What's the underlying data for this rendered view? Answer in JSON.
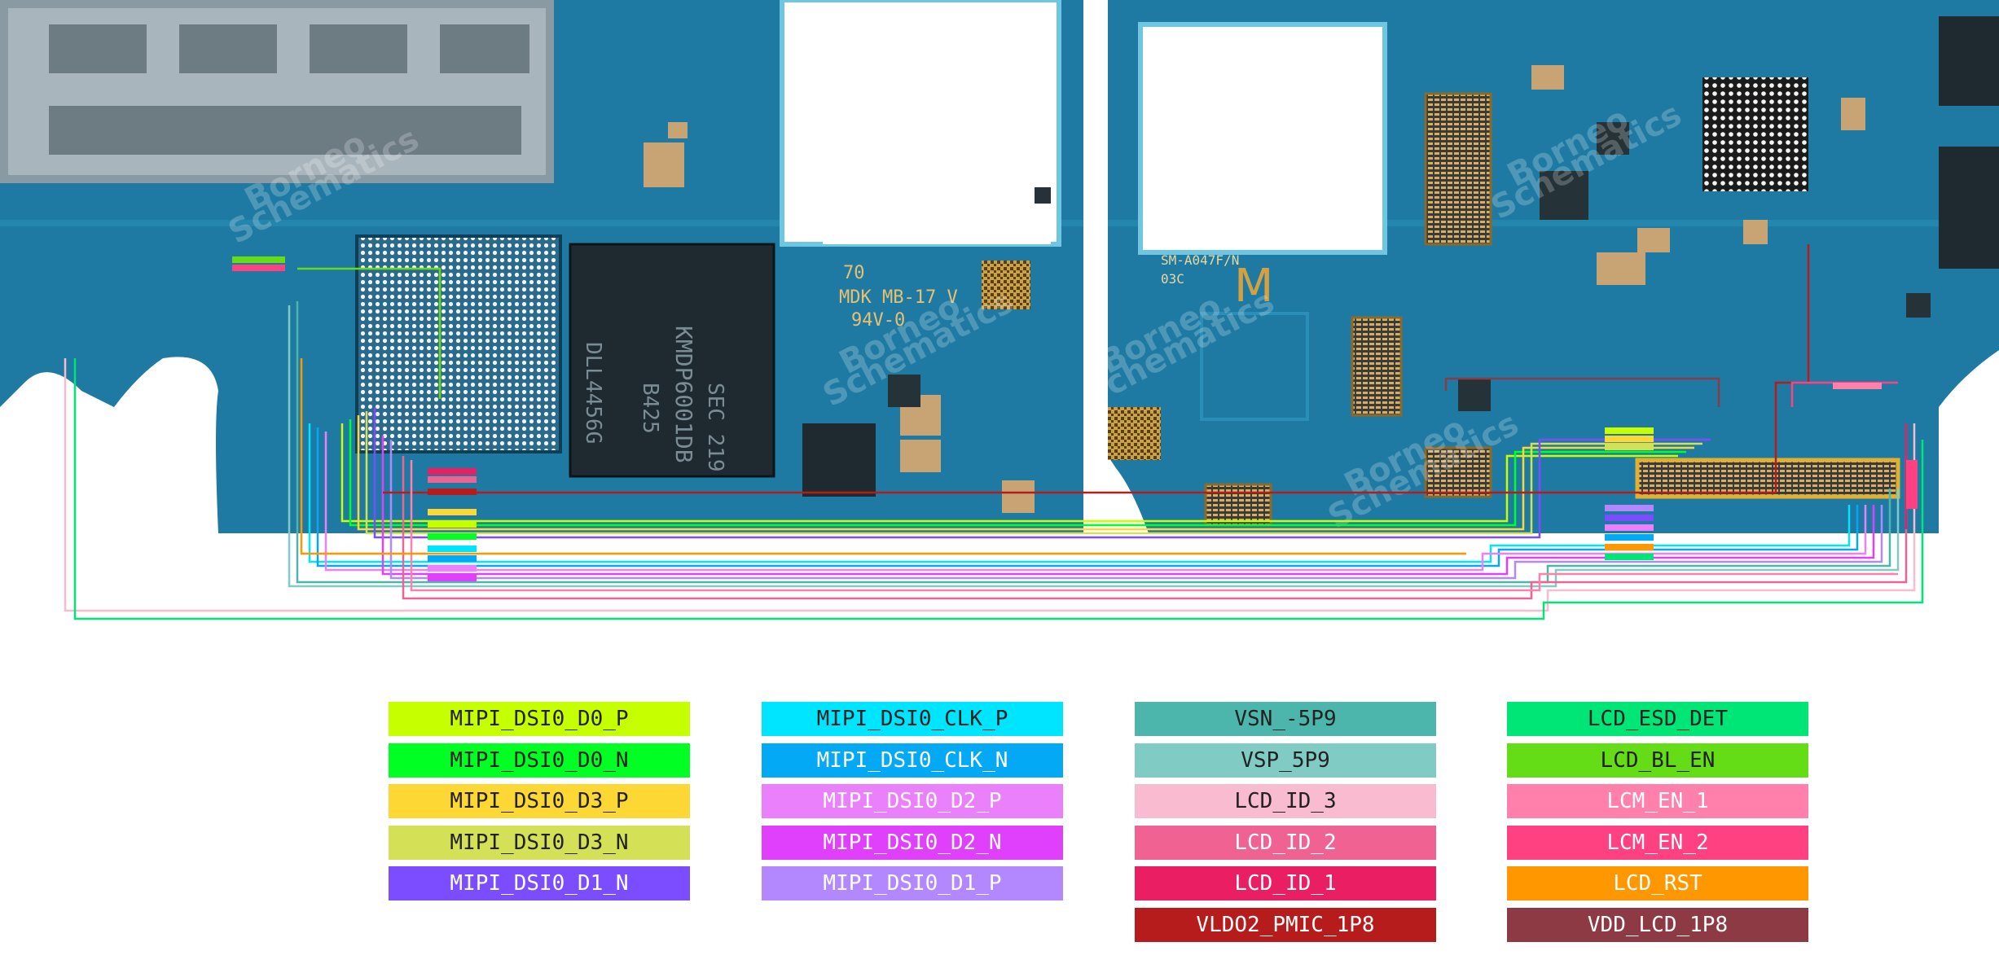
{
  "board": {
    "pcb_marking": [
      "70",
      "MDK MB-17 V",
      "94V-0"
    ],
    "model_marking": [
      "SM-A047F/N",
      "03C"
    ],
    "m_logo": "M",
    "memory_chip_marking": [
      "KMDP6001DB",
      "B425",
      "SEC 219",
      "DLL4456G"
    ],
    "watermark": [
      "Borneo",
      "Schematics"
    ],
    "colors": {
      "board": "#1e7aa3",
      "board_dark": "#155d80",
      "cutout": "#ffffff",
      "edge": "#6fc6e3"
    }
  },
  "legend": {
    "columns": [
      [
        {
          "label": "MIPI_DSI0_D0_P",
          "color": "#c6ff00",
          "text_color": "#222222"
        },
        {
          "label": "MIPI_DSI0_D0_N",
          "color": "#00ff22",
          "text_color": "#222222"
        },
        {
          "label": "MIPI_DSI0_D3_P",
          "color": "#fdd835",
          "text_color": "#222222"
        },
        {
          "label": "MIPI_DSI0_D3_N",
          "color": "#d4e157",
          "text_color": "#222222"
        },
        {
          "label": "MIPI_DSI0_D1_N",
          "color": "#7c4dff",
          "text_color": "#ffffff"
        }
      ],
      [
        {
          "label": "MIPI_DSI0_CLK_P",
          "color": "#00e5ff",
          "text_color": "#222222"
        },
        {
          "label": "MIPI_DSI0_CLK_N",
          "color": "#03a9f4",
          "text_color": "#ffffff"
        },
        {
          "label": "MIPI_DSI0_D2_P",
          "color": "#ea80fc",
          "text_color": "#ffffff"
        },
        {
          "label": "MIPI_DSI0_D2_N",
          "color": "#e040fb",
          "text_color": "#ffffff"
        },
        {
          "label": "MIPI_DSI0_D1_P",
          "color": "#b388ff",
          "text_color": "#ffffff"
        }
      ],
      [
        {
          "label": "VSN_-5P9",
          "color": "#4db6ac",
          "text_color": "#222222"
        },
        {
          "label": "VSP_5P9",
          "color": "#80cbc4",
          "text_color": "#222222"
        },
        {
          "label": "LCD_ID_3",
          "color": "#f8bbd0",
          "text_color": "#222222"
        },
        {
          "label": "LCD_ID_2",
          "color": "#f06292",
          "text_color": "#ffffff"
        },
        {
          "label": "LCD_ID_1",
          "color": "#e91e63",
          "text_color": "#ffffff"
        },
        {
          "label": "VLDO2_PMIC_1P8",
          "color": "#b71c1c",
          "text_color": "#ffffff"
        }
      ],
      [
        {
          "label": "LCD_ESD_DET",
          "color": "#00e676",
          "text_color": "#222222"
        },
        {
          "label": "LCD_BL_EN",
          "color": "#64dd17",
          "text_color": "#222222"
        },
        {
          "label": "LCM_EN_1",
          "color": "#ff80ab",
          "text_color": "#ffffff"
        },
        {
          "label": "LCM_EN_2",
          "color": "#ff4081",
          "text_color": "#ffffff"
        },
        {
          "label": "LCD_RST",
          "color": "#ff9800",
          "text_color": "#ffffff"
        },
        {
          "label": "VDD_LCD_1P8",
          "color": "#8d3a45",
          "text_color": "#ffffff"
        }
      ]
    ]
  }
}
